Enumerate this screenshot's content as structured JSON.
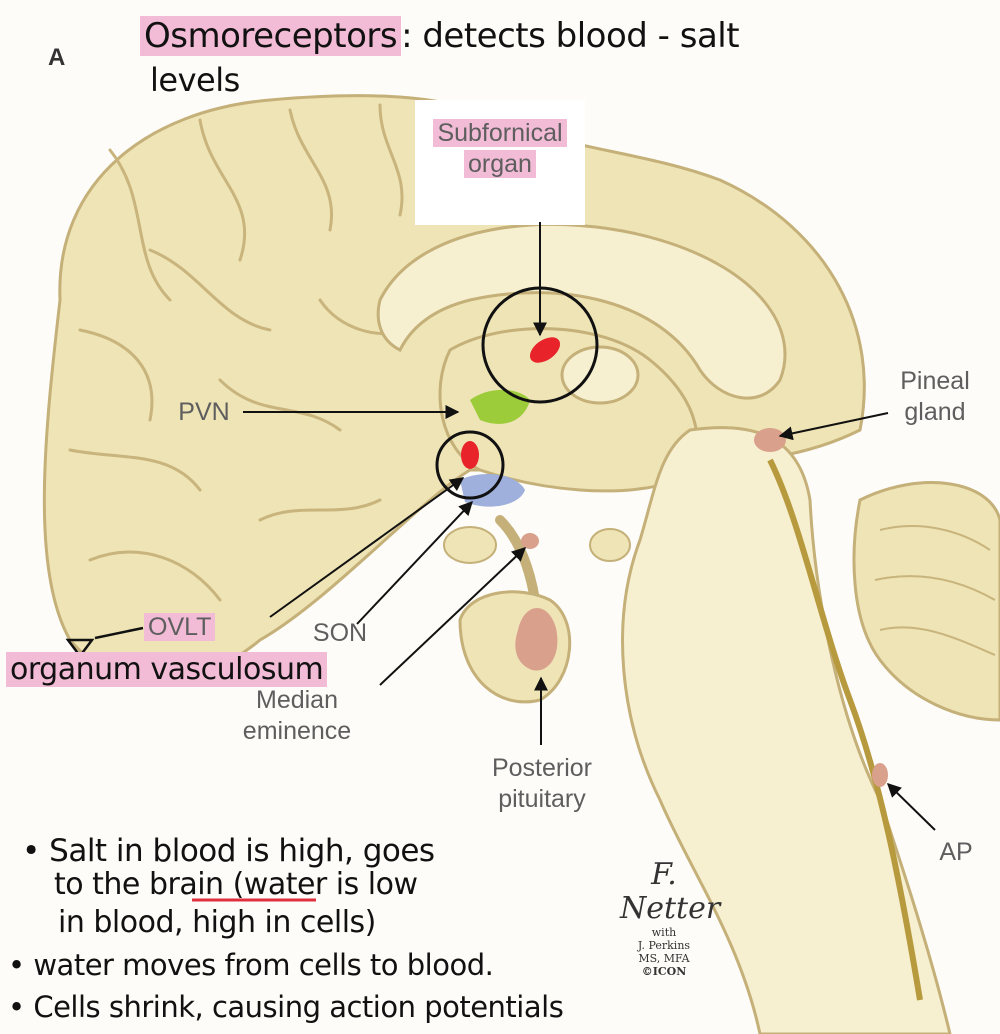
{
  "panel_label": "A",
  "heading": {
    "term": "Osmoreceptors",
    "rest_line1": ": detects blood - salt",
    "rest_line2": "levels"
  },
  "labels": {
    "subfornical_organ": [
      "Subfornical",
      "organ"
    ],
    "pineal_gland": [
      "Pineal",
      "gland"
    ],
    "pvn": "PVN",
    "ovlt": "OVLT",
    "ovlt_full": "organum vasculosum",
    "son": "SON",
    "median_eminence": [
      "Median",
      "eminence"
    ],
    "posterior_pituitary": [
      "Posterior",
      "pituitary"
    ],
    "ap": "AP"
  },
  "notes": {
    "bullet1": {
      "line1": "Salt in blood is high, goes",
      "line2_before": "to the ",
      "line2_underlined": "brain",
      "line2_after": " (water is low",
      "line3": "in blood, high in cells)"
    },
    "bullet2": "water moves from cells to blood.",
    "bullet3": "Cells shrink, causing action potentials"
  },
  "signature": {
    "name": "F. Netter",
    "with": "with",
    "coauthor": "J. Perkins",
    "credentials": "MS, MFA",
    "publisher": "©ICON"
  },
  "colors": {
    "highlight_pink": "#f2bcd6",
    "brain_tissue": "#efe6ba",
    "brain_shadow": "#c9b57a",
    "osmoreceptor_red": "#e8232a",
    "pvn_green": "#9ccc3a",
    "son_blue": "#9fb0dc",
    "gland_pink": "#d9a08c",
    "annotation_underline": "#e03040"
  }
}
